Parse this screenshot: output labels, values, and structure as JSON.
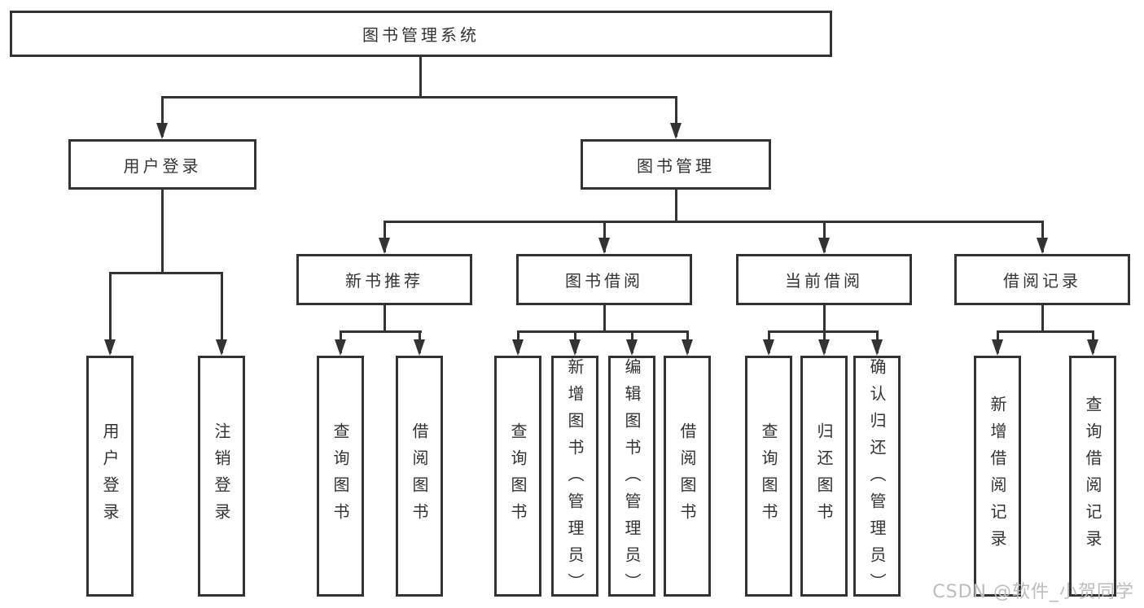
{
  "tree": {
    "root": {
      "label": "图书管理系统"
    },
    "branches": [
      {
        "label": "用户登录",
        "children": [
          {
            "label": "用户登录"
          },
          {
            "label": "注销登录"
          }
        ]
      },
      {
        "label": "图书管理",
        "children": [
          {
            "label": "新书推荐",
            "children": [
              {
                "label": "查询图书"
              },
              {
                "label": "借阅图书"
              }
            ]
          },
          {
            "label": "图书借阅",
            "children": [
              {
                "label": "查询图书"
              },
              {
                "label": "新增图书（管理员）"
              },
              {
                "label": "编辑图书（管理员）"
              },
              {
                "label": "借阅图书"
              }
            ]
          },
          {
            "label": "当前借阅",
            "children": [
              {
                "label": "查询图书"
              },
              {
                "label": "归还图书"
              },
              {
                "label": "确认归还（管理员）"
              }
            ]
          },
          {
            "label": "借阅记录",
            "children": [
              {
                "label": "新增借阅记录"
              },
              {
                "label": "查询借阅记录"
              }
            ]
          }
        ]
      }
    ]
  },
  "watermark": {
    "text": "CSDN @软件_小贺同学"
  },
  "colors": {
    "line": "#333333",
    "box_bg": "#ffffff",
    "text": "#333333",
    "watermark": "#bdbdbd"
  }
}
